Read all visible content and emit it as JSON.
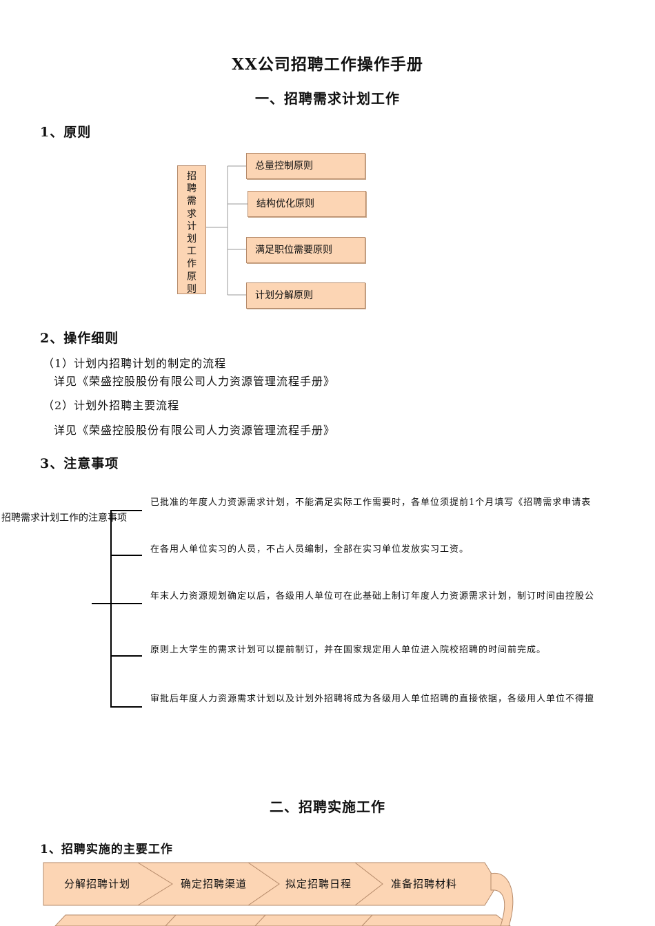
{
  "doc": {
    "title": "XX公司招聘工作操作手册",
    "section1": {
      "heading": "一、招聘需求计划工作",
      "principles": {
        "heading": "1、原则",
        "root_label": "招聘需求计划工作原则",
        "items": [
          "总量控制原则",
          "结构优化原则",
          "满足职位需要原则",
          "计划分解原则"
        ]
      },
      "operations": {
        "heading": "2、操作细则",
        "item1_title": "（1）计划内招聘计划的制定的流程",
        "item1_ref": "详见《荣盛控股股份有限公司人力资源管理流程手册》",
        "item2_title": "（2）计划外招聘主要流程",
        "item2_ref": "详见《荣盛控股股份有限公司人力资源管理流程手册》"
      },
      "notes": {
        "heading": "3、注意事项",
        "root_label": "招聘需求计划工作的注意事项",
        "items": [
          "已批准的年度人力资源需求计划，不能满足实际工作需要时，各单位须提前1个月填写《招聘需求申请表",
          "在各用人单位实习的人员，不占人员编制，全部在实习单位发放实习工资。",
          "年末人力资源规划确定以后，各级用人单位可在此基础上制订年度人力资源需求计划，制订时间由控股公",
          "原则上大学生的需求计划可以提前制订，并在国家规定用人单位进入院校招聘的时间前完成。",
          "审批后年度人力资源需求计划以及计划外招聘将成为各级用人单位招聘的直接依据，各级用人单位不得擅"
        ]
      }
    },
    "section2": {
      "heading": "二、招聘实施工作",
      "main_work": {
        "heading": "1、招聘实施的主要工作",
        "steps": [
          "分解招聘计划",
          "确定招聘渠道",
          "拟定招聘日程",
          "准备招聘材料"
        ]
      }
    }
  },
  "colors": {
    "box_fill": "#fcd5b4",
    "box_border": "#b58a6a",
    "connector": "#999999",
    "bracket": "#000000"
  }
}
